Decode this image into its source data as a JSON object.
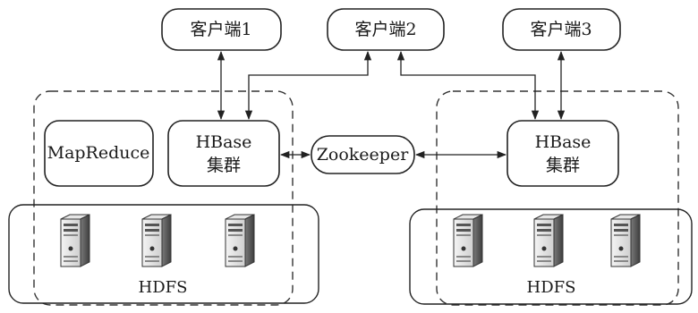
{
  "clients": [
    {
      "label": "客户端1"
    },
    {
      "label": "客户端2"
    },
    {
      "label": "客户端3"
    }
  ],
  "left_cluster": {
    "mapreduce_label": "MapReduce",
    "hbase_line1": "HBase",
    "hbase_line2": "集群",
    "hdfs_label": "HDFS"
  },
  "zookeeper_label": "Zookeeper",
  "right_cluster": {
    "hbase_line1": "HBase",
    "hbase_line2": "集群",
    "hdfs_label": "HDFS"
  },
  "icons": {
    "server": "server-tower-icon"
  }
}
